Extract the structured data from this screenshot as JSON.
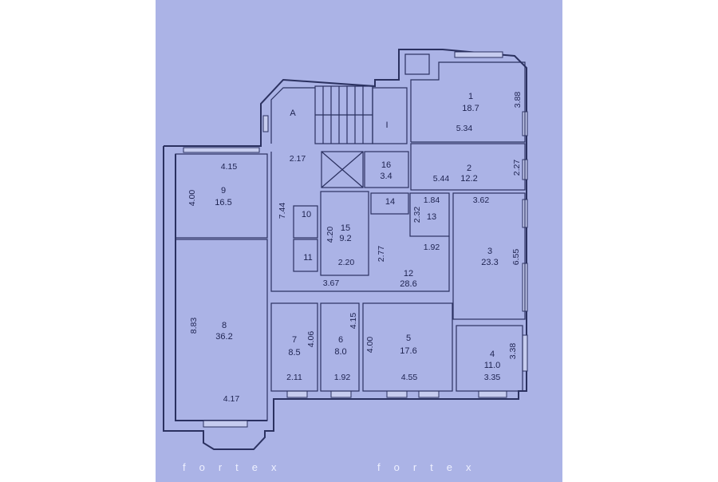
{
  "plan": {
    "stair_label": "A",
    "hall_label": "I",
    "watermark": "fortex",
    "rooms": [
      {
        "id": "1",
        "area": "18.7"
      },
      {
        "id": "2",
        "area": "12.2"
      },
      {
        "id": "3",
        "area": "23.3"
      },
      {
        "id": "4",
        "area": "11.0"
      },
      {
        "id": "5",
        "area": "17.6"
      },
      {
        "id": "6",
        "area": "8.0"
      },
      {
        "id": "7",
        "area": "8.5"
      },
      {
        "id": "8",
        "area": "36.2"
      },
      {
        "id": "9",
        "area": "16.5"
      },
      {
        "id": "10",
        "area": ""
      },
      {
        "id": "11",
        "area": ""
      },
      {
        "id": "12",
        "area": "28.6"
      },
      {
        "id": "13",
        "area": ""
      },
      {
        "id": "14",
        "area": ""
      },
      {
        "id": "15",
        "area": "9.2"
      },
      {
        "id": "16",
        "area": "3.4"
      }
    ],
    "dimensions": {
      "r1_h": "3.88",
      "r1_w": "5.34",
      "r2_w": "5.44",
      "r2_h": "2.27",
      "r3_w": "3.62",
      "r3_h": "6.55",
      "r4_h": "3.38",
      "r4_w": "3.35",
      "r5_h": "4.00",
      "r5_w": "4.55",
      "r6_h": "4.15",
      "r6_w": "1.92",
      "r7_h": "4.06",
      "r7_w": "2.11",
      "r8_h": "8.83",
      "r8_w": "4.17",
      "r9_w": "4.15",
      "r9_h": "4.00",
      "corr_w": "2.17",
      "corr_h": "7.44",
      "r15_h": "4.20",
      "r15_w": "2.20",
      "r12_w": "3.67",
      "r12_h": "2.77",
      "r13_w": "1.84",
      "r13_h": "2.32",
      "r13_w2": "1.92"
    }
  }
}
